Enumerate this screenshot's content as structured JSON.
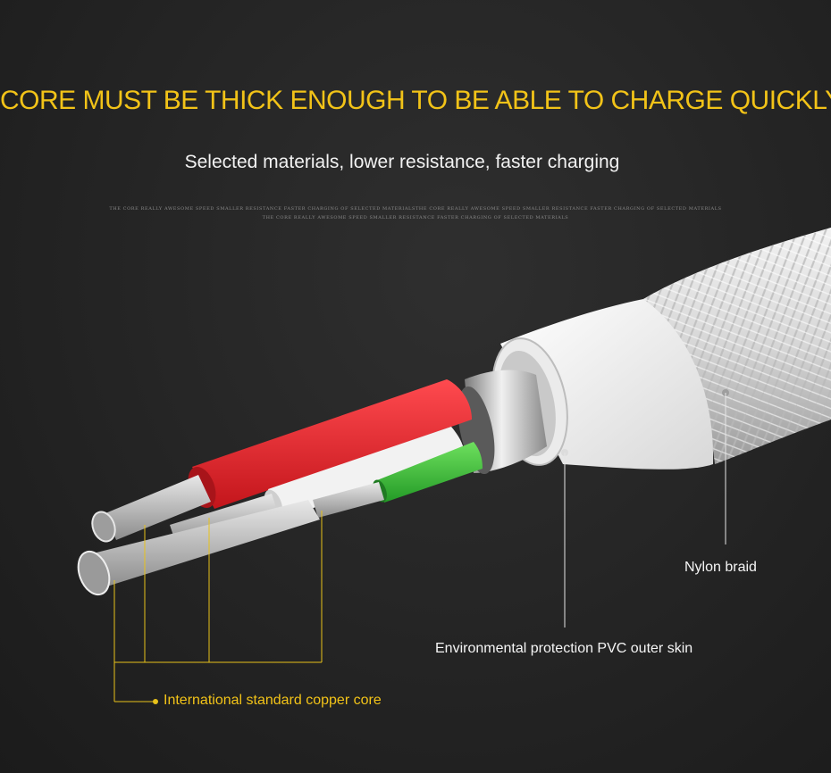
{
  "header": {
    "title": "CORE MUST BE THICK ENOUGH TO BE ABLE TO CHARGE QUICKLY",
    "subtitle": "Selected materials, lower resistance, faster charging"
  },
  "fine_print": {
    "line1": "THE CORE REALLY AWESOME SPEED SMALLER RESISTANCE FASTER CHARGING OF SELECTED MATERIALSTHE CORE REALLY AWESOME SPEED SMALLER RESISTANCE FASTER CHARGING OF SELECTED MATERIALS",
    "line2": "THE CORE REALLY AWESOME SPEED SMALLER RESISTANCE FASTER CHARGING OF SELECTED MATERIALS"
  },
  "callouts": {
    "nylon_braid": "Nylon braid",
    "pvc_skin": "Environmental protection PVC outer skin",
    "copper_core": "International standard copper core"
  },
  "colors": {
    "headline": "#f2c318",
    "leader_line": "#e8c21a",
    "wire_red": "#e8262c",
    "wire_green": "#3cc03a",
    "wire_white": "#f1f1f1"
  }
}
